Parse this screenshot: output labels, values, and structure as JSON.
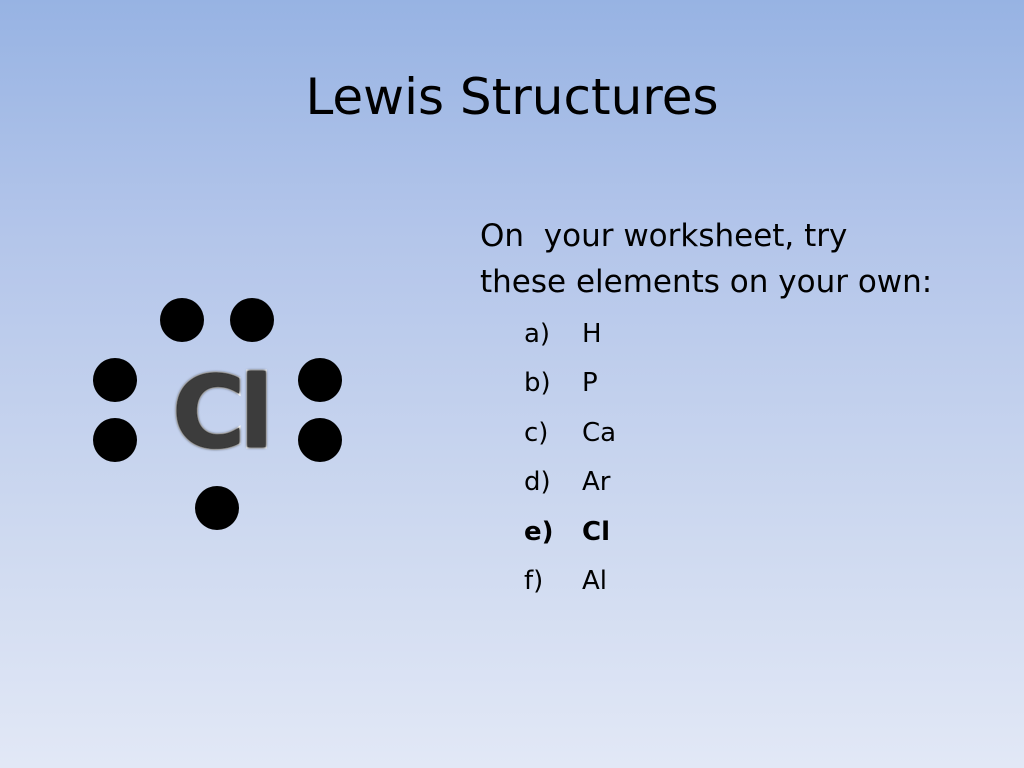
{
  "title": "Lewis Structures",
  "lewis_structure": {
    "symbol": "Cl",
    "dot_count": 7
  },
  "prompt": {
    "line1": "On  your worksheet, try",
    "line2": "these elements on your own:"
  },
  "elements": [
    {
      "marker": "a)",
      "symbol": "H",
      "bold": false
    },
    {
      "marker": "b)",
      "symbol": "P",
      "bold": false
    },
    {
      "marker": "c)",
      "symbol": "Ca",
      "bold": false
    },
    {
      "marker": "d)",
      "symbol": "Ar",
      "bold": false
    },
    {
      "marker": "e)",
      "symbol": "Cl",
      "bold": true
    },
    {
      "marker": "f)",
      "symbol": "Al",
      "bold": false
    }
  ],
  "colors": {
    "background_top": "#97b3e3",
    "background_bottom": "#e2e8f6",
    "dot": "#000000",
    "symbol_fill": "#3c3c3c"
  }
}
